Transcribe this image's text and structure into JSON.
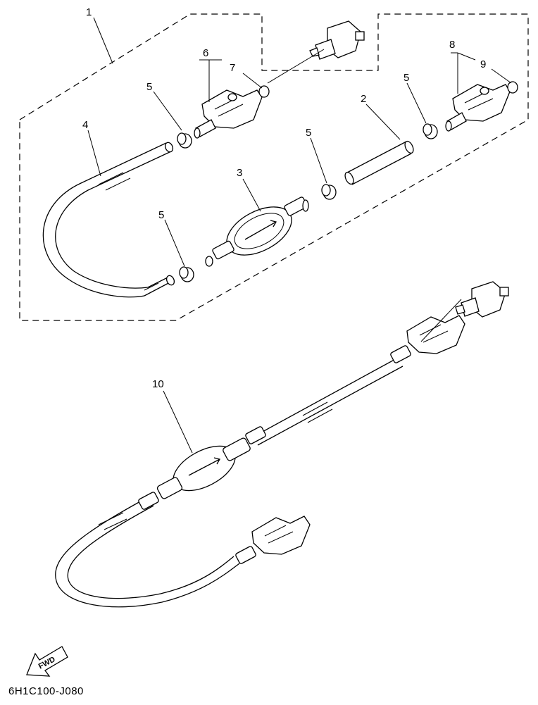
{
  "diagram": {
    "callouts": {
      "c1": "1",
      "c2": "2",
      "c3": "3",
      "c4": "4",
      "c5a": "5",
      "c5b": "5",
      "c5c": "5",
      "c5d": "5",
      "c6": "6",
      "c7": "7",
      "c8": "8",
      "c9": "9",
      "c10": "10"
    },
    "fwd_label": "FWD",
    "drawing_code": "6H1C100-J080"
  }
}
